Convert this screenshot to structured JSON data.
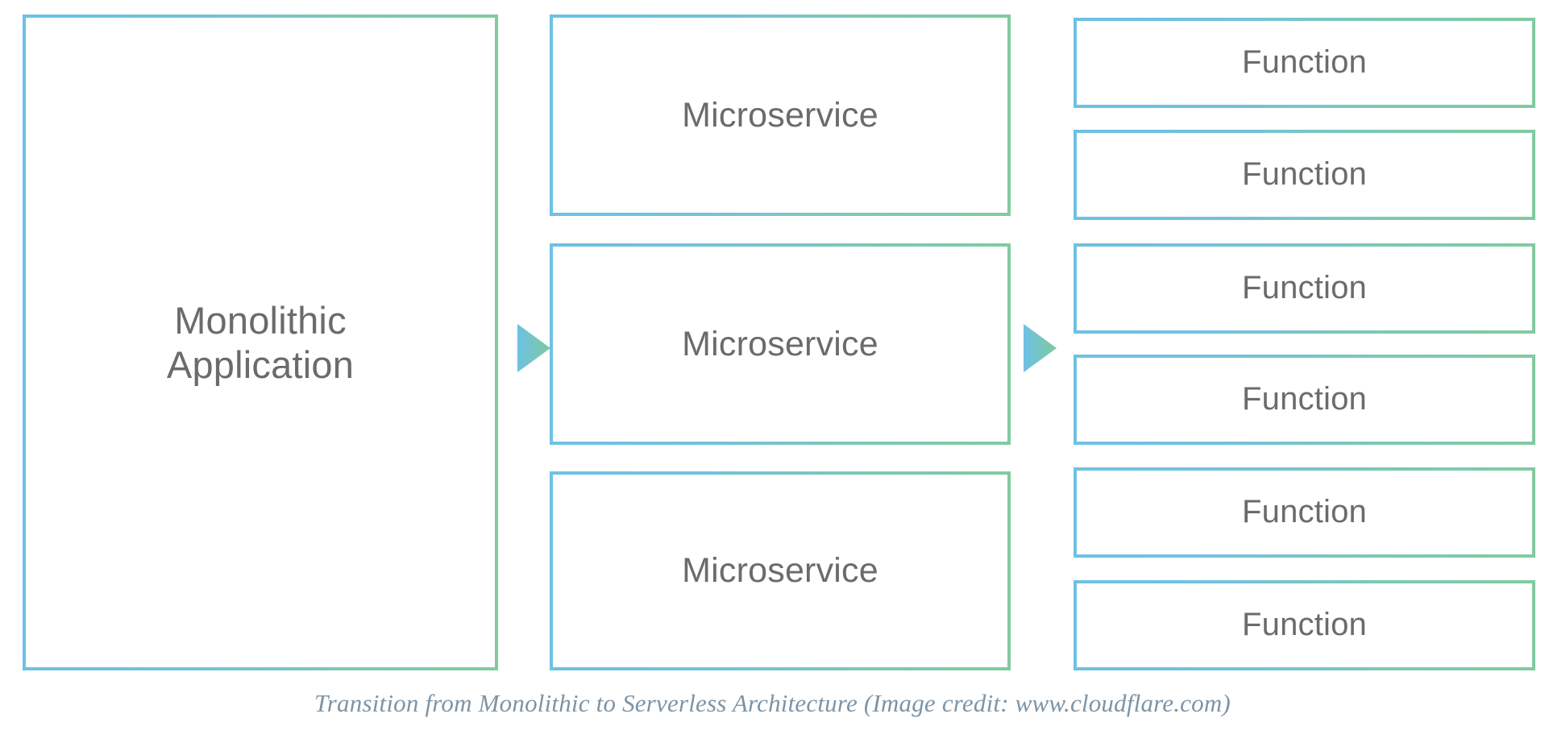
{
  "diagram": {
    "title": "Transition from Monolithic to Serverless Architecture",
    "background_color": "#ffffff",
    "text_color": "#6b6b6b",
    "gradient_start_color": "#6ec1e4",
    "gradient_end_color": "#82caa0",
    "caption_color": "#7d94a6"
  },
  "columns": {
    "monolith": {
      "label": "Monolithic\nApplication"
    },
    "microservices": {
      "items": [
        {
          "label": "Microservice"
        },
        {
          "label": "Microservice"
        },
        {
          "label": "Microservice"
        }
      ]
    },
    "functions": {
      "items": [
        {
          "label": "Function"
        },
        {
          "label": "Function"
        },
        {
          "label": "Function"
        },
        {
          "label": "Function"
        },
        {
          "label": "Function"
        },
        {
          "label": "Function"
        }
      ]
    }
  },
  "arrows": [
    {
      "name": "monolith-to-microservices",
      "direction": "right"
    },
    {
      "name": "microservices-to-functions",
      "direction": "right"
    }
  ],
  "caption": {
    "text": "Transition from Monolithic to Serverless Architecture (Image credit: www.cloudflare.com)"
  }
}
